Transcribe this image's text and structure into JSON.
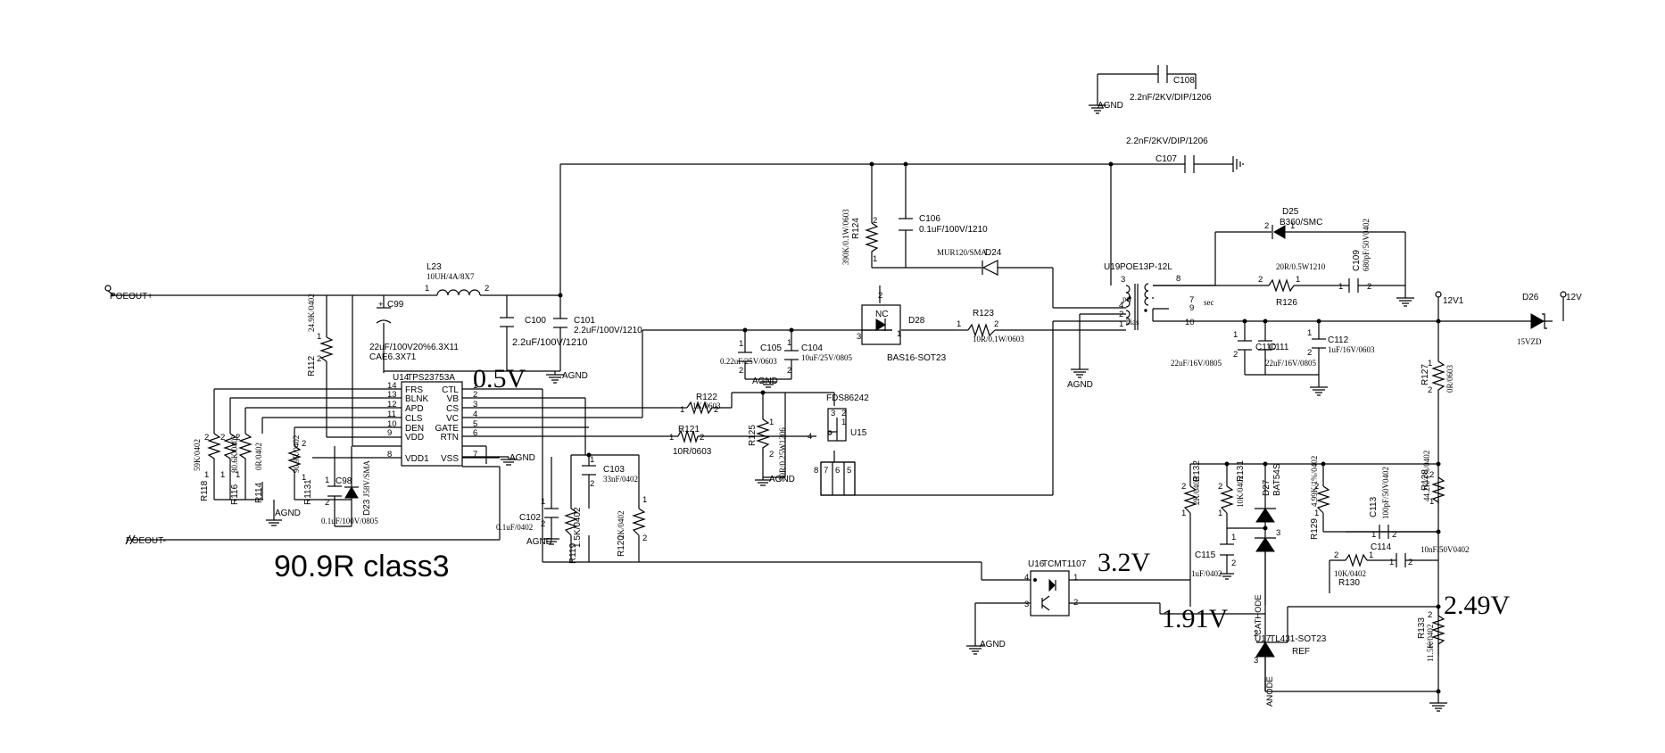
{
  "nets": {
    "poeout_plus": "POEOUT+",
    "poeout_minus": "POEOUT-",
    "v12_1": "12V1",
    "v12": "12V",
    "agnd": "AGND"
  },
  "annotations": {
    "class_note": "90.9R class3",
    "v_0_5": "0.5V",
    "v_3_2": "3.2V",
    "v_1_91": "1.91V",
    "v_2_49": "2.49V"
  },
  "components": {
    "L23": {
      "ref": "L23",
      "value": "10UH/4A/8X7"
    },
    "C99": {
      "ref": "C99",
      "value": "22uF/100V20%6.3X11",
      "pkg": "CAE6.3X71"
    },
    "C100": {
      "ref": "C100",
      "value": "2.2uF/100V/1210"
    },
    "C101": {
      "ref": "C101",
      "value": "2.2uF/100V/1210"
    },
    "R112": {
      "ref": "R112",
      "value": "24.9K/0402"
    },
    "U14": {
      "ref": "U14",
      "part": "TPS23753A",
      "left_pins": [
        {
          "n": "14",
          "name": "FRS"
        },
        {
          "n": "13",
          "name": "BLNK"
        },
        {
          "n": "12",
          "name": "APD"
        },
        {
          "n": "11",
          "name": "CLS"
        },
        {
          "n": "10",
          "name": "DEN"
        },
        {
          "n": "9",
          "name": "VDD"
        },
        {
          "n": "8",
          "name": "VDD1"
        }
      ],
      "right_pins": [
        {
          "n": "1",
          "name": "CTL"
        },
        {
          "n": "2",
          "name": "VB"
        },
        {
          "n": "3",
          "name": "CS"
        },
        {
          "n": "4",
          "name": "VC"
        },
        {
          "n": "5",
          "name": "GATE"
        },
        {
          "n": "6",
          "name": "RTN"
        },
        {
          "n": "7",
          "name": "VSS"
        }
      ]
    },
    "R118": {
      "ref": "R118",
      "value": "59K/0402"
    },
    "R116": {
      "ref": "R116",
      "value": "80.6K/0402"
    },
    "R114": {
      "ref": "R114",
      "value": "0R/0402"
    },
    "R113": {
      "ref": "R1131",
      "value": "90.9R/0402"
    },
    "C98": {
      "ref": "C98",
      "value": "0.1uF/100V/0805"
    },
    "D23": {
      "ref": "D23",
      "value": "J58V/SMA"
    },
    "C102": {
      "ref": "C102",
      "value": "0.1uF/0402"
    },
    "R119": {
      "ref": "R119",
      "value": "1.5K/0402"
    },
    "R120": {
      "ref": "R120",
      "value": "2K/0402"
    },
    "C103": {
      "ref": "C103",
      "value": "33nF/0402"
    },
    "R122": {
      "ref": "R122",
      "value": "1K/0603"
    },
    "R121": {
      "ref": "R121",
      "value": "10R/0603"
    },
    "C105": {
      "ref": "C105",
      "value": "0.22uF/25V/0603"
    },
    "C104": {
      "ref": "C104",
      "value": "10uF/25V/0805"
    },
    "R125": {
      "ref": "R125",
      "value": "39R/0.25W1206"
    },
    "U15": {
      "ref": "U15",
      "part": "FDS86242"
    },
    "D28": {
      "ref": "D28",
      "part": "BAS16-SOT23",
      "nc": "NC"
    },
    "R123": {
      "ref": "R123",
      "value": "10R/0.1W/0603"
    },
    "R124": {
      "ref": "R124",
      "value": "390K/0.1W/0603"
    },
    "C106": {
      "ref": "C106",
      "value": "0.1uF/100V/1210"
    },
    "D24": {
      "ref": "D24",
      "part": "MUR120/SMA"
    },
    "C108": {
      "ref": "C108",
      "value": "2.2nF/2KV/DIP/1206"
    },
    "C107": {
      "ref": "C107",
      "value": "2.2nF/2KV/DIP/1206"
    },
    "U19": {
      "ref": "U19",
      "part": "POE13P-12L",
      "pri": "pri",
      "sec": "sec",
      "bias": "bias"
    },
    "D25": {
      "ref": "D25",
      "part": "B360/SMC"
    },
    "C109": {
      "ref": "C109",
      "value": "680pF/50V0402"
    },
    "R126": {
      "ref": "R126",
      "value": "20R/0.5W1210"
    },
    "C110": {
      "ref": "C110",
      "value": "22uF/16V/0805"
    },
    "C111": {
      "ref": "C111",
      "value": "22uF/16V/0805"
    },
    "C112": {
      "ref": "C112",
      "value": "1uF/16V/0603"
    },
    "D26": {
      "ref": "D26",
      "part": "15VZD"
    },
    "R127": {
      "ref": "R127",
      "value": "0R/0603"
    },
    "R128": {
      "ref": "R128",
      "value": "44.2K/1%/0402"
    },
    "R132": {
      "ref": "R132",
      "value": "2K/0402"
    },
    "R131": {
      "ref": "R131",
      "value": "10K/0402"
    },
    "D27": {
      "ref": "D27",
      "part": "BAT54S"
    },
    "R129": {
      "ref": "R129",
      "value": "4.99K/1%/0402"
    },
    "C113": {
      "ref": "C113",
      "value": "100pF/50V0402"
    },
    "C114": {
      "ref": "C114",
      "value": "10nF/50V0402"
    },
    "R130": {
      "ref": "R130",
      "value": "10K/0402"
    },
    "C115": {
      "ref": "C115",
      "value": "1uF/0402"
    },
    "U16": {
      "ref": "U16",
      "part": "TCMT1107"
    },
    "U17": {
      "ref": "U17",
      "part": "TL431-SOT23",
      "cathode": "CATHODE",
      "anode": "ANODE",
      "ref_pin": "REF"
    },
    "R133": {
      "ref": "R133",
      "value": "11.5K/0402"
    }
  }
}
